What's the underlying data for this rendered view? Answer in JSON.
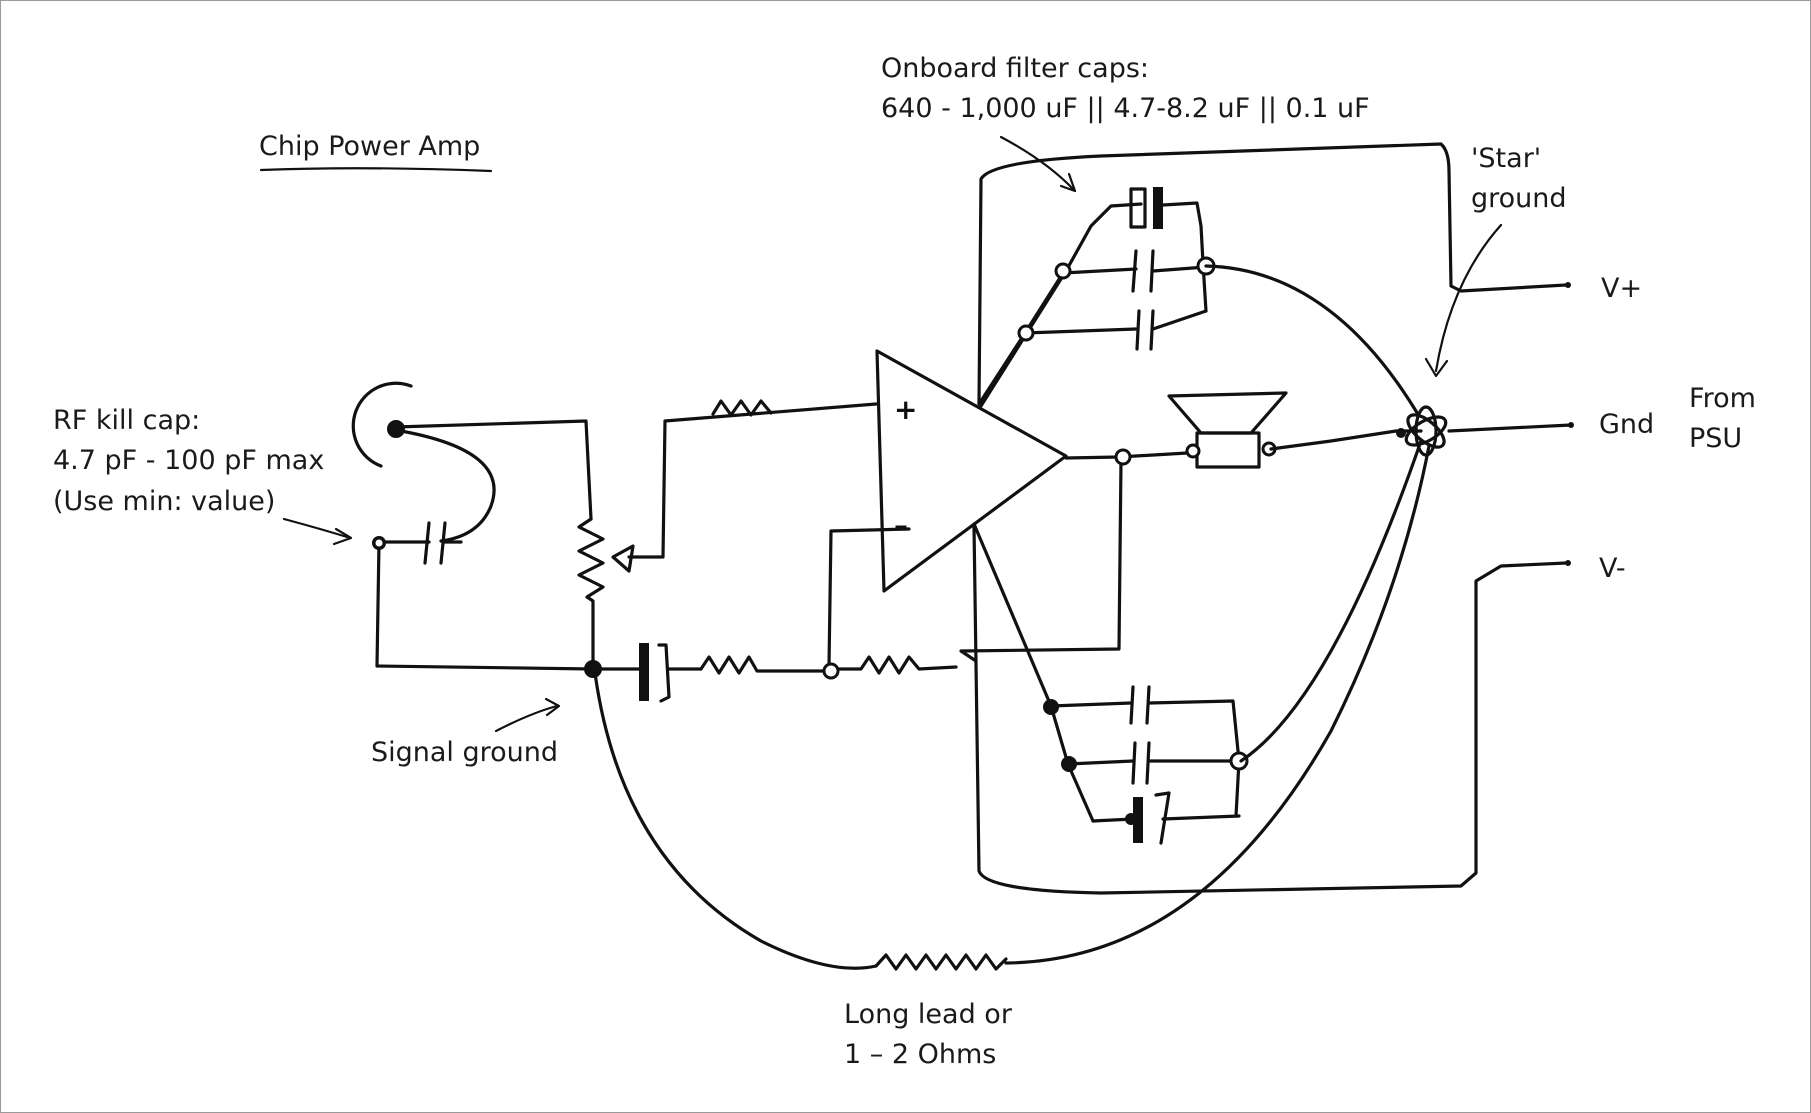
{
  "diagram": {
    "title": "Chip Power Amp",
    "labels": {
      "rf_kill_cap_line1": "RF kill cap:",
      "rf_kill_cap_line2": "4.7 pF - 100 pF max",
      "rf_kill_cap_line3": "(Use min: value)",
      "filter_caps_line1": "Onboard filter caps:",
      "filter_caps_line2": "640 - 1,000 uF || 4.7-8.2 uF || 0.1 uF",
      "star_ground_line1": "'Star'",
      "star_ground_line2": "ground",
      "v_plus": "V+",
      "gnd": "Gnd",
      "v_minus": "V-",
      "from_psu_line1": "From",
      "from_psu_line2": "PSU",
      "signal_ground": "Signal ground",
      "long_lead_line1": "Long lead or",
      "long_lead_line2": "1 – 2 Ohms",
      "opamp_plus": "+",
      "opamp_minus": "–"
    }
  }
}
